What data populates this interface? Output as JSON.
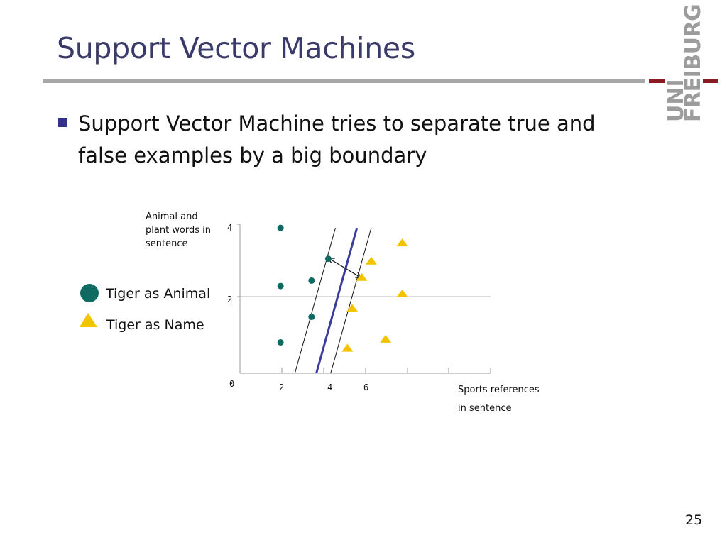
{
  "slide": {
    "title": "Support Vector Machines",
    "bullet": "Support Vector Machine tries to separate true and false examples by a big boundary",
    "page_number": "25"
  },
  "logo": {
    "line1": "UNI",
    "line2": "FREIBURG"
  },
  "colors": {
    "title": "#3a3a6a",
    "circle": "#0f6b62",
    "triangle": "#f2c400",
    "boundary": "#3c3ca0",
    "brand": "#8c1c24"
  },
  "chart_data": {
    "type": "scatter",
    "ylabel": [
      "Animal and",
      "plant words in",
      "sentence"
    ],
    "xlabel": [
      "Sports references",
      "in sentence"
    ],
    "x_ticks": [
      "0",
      "2",
      "4",
      "6"
    ],
    "y_ticks": [
      "2",
      "4"
    ],
    "xlim": [
      0,
      10.5
    ],
    "ylim": [
      0,
      4.1
    ],
    "series": [
      {
        "name": "Tiger as Animal",
        "marker": "circle",
        "points": [
          [
            1.7,
            4.0
          ],
          [
            3.7,
            3.15
          ],
          [
            1.7,
            2.4
          ],
          [
            3.0,
            2.55
          ],
          [
            3.0,
            1.55
          ],
          [
            1.7,
            0.85
          ]
        ]
      },
      {
        "name": "Tiger as Name",
        "marker": "triangle",
        "points": [
          [
            6.8,
            3.6
          ],
          [
            5.5,
            3.1
          ],
          [
            5.1,
            2.65
          ],
          [
            6.8,
            2.2
          ],
          [
            4.7,
            1.8
          ],
          [
            6.1,
            0.95
          ],
          [
            4.5,
            0.7
          ]
        ]
      }
    ],
    "boundary": {
      "p1": [
        3.2,
        0.0
      ],
      "p2": [
        4.9,
        4.0
      ]
    },
    "margins": [
      {
        "p1": [
          2.3,
          0.0
        ],
        "p2": [
          4.0,
          4.0
        ]
      },
      {
        "p1": [
          3.8,
          0.0
        ],
        "p2": [
          5.5,
          4.0
        ]
      }
    ]
  }
}
